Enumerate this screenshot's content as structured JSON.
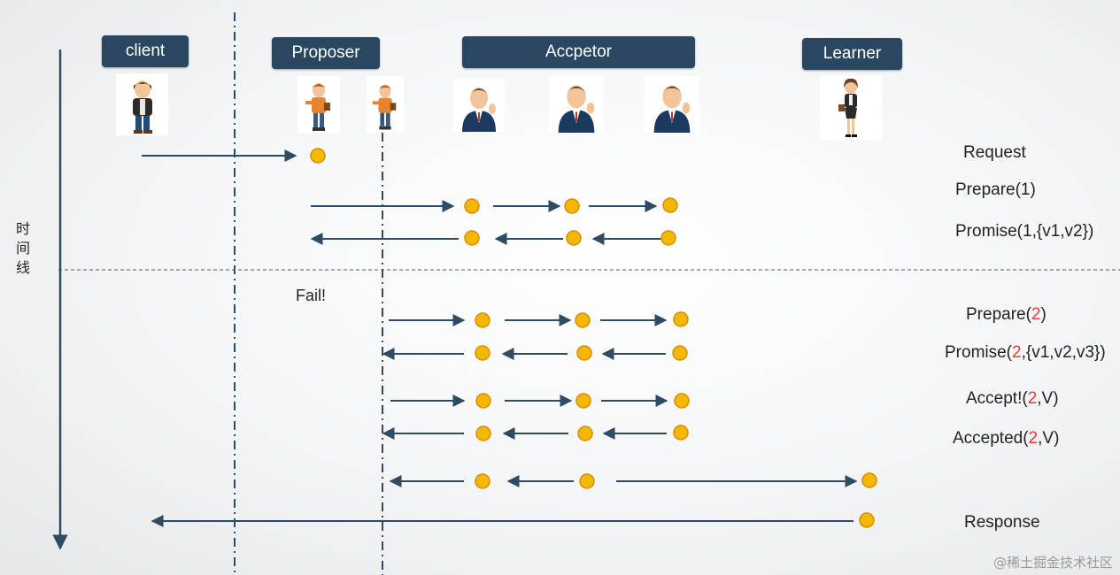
{
  "roles": {
    "client": "client",
    "proposer": "Proposer",
    "acceptor": "Accpetor",
    "learner": "Learner"
  },
  "axis_label": [
    "时",
    "间",
    "线"
  ],
  "fail_text": "Fail!",
  "messages": {
    "request": "Request",
    "prepare1": "Prepare(1)",
    "promise1": "Promise(1,{v1,v2})",
    "prepare2": {
      "a": "Prepare(",
      "n": "2",
      "b": ")"
    },
    "promise2": {
      "a": "Promise(",
      "n": "2",
      "b": ",{v1,v2,v3})"
    },
    "accept": {
      "a": "Accept!(",
      "n": "2",
      "b": ",V)"
    },
    "accepted": {
      "a": "Accepted(",
      "n": "2",
      "b": ",V)"
    },
    "response": "Response"
  },
  "watermark": "@稀土掘金技术社区",
  "colors": {
    "role_bg": "#294761",
    "arrow": "#2f4a63",
    "node_fill": "#f5b800",
    "node_stroke": "#d98c00",
    "highlight": "#e33a3a"
  }
}
